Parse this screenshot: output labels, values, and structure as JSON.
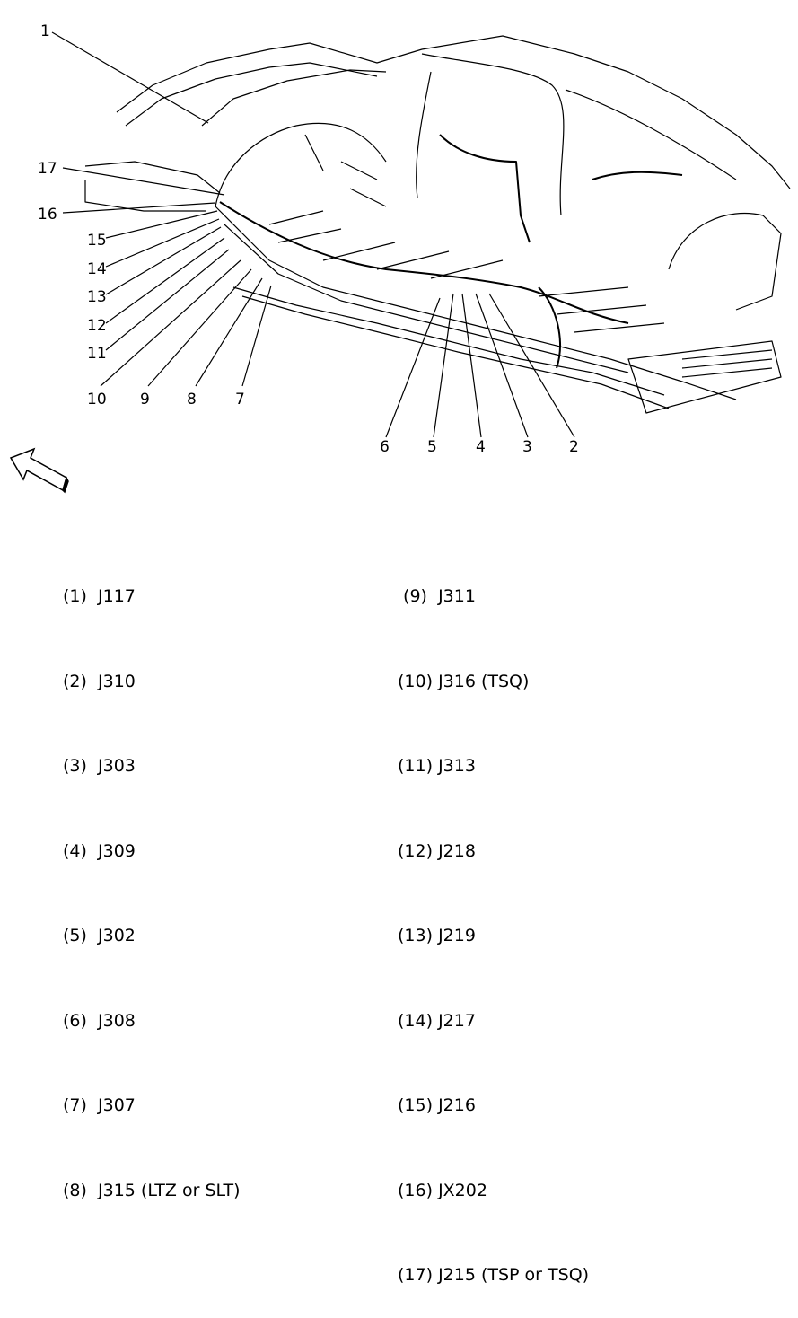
{
  "callouts": [
    "1",
    "2",
    "3",
    "4",
    "5",
    "6",
    "7",
    "8",
    "9",
    "10",
    "11",
    "12",
    "13",
    "14",
    "15",
    "16",
    "17"
  ],
  "legend_left": [
    {
      "id": "(1)",
      "text": "J117"
    },
    {
      "id": "(2)",
      "text": "J310"
    },
    {
      "id": "(3)",
      "text": "J303"
    },
    {
      "id": "(4)",
      "text": "J309"
    },
    {
      "id": "(5)",
      "text": "J302"
    },
    {
      "id": "(6)",
      "text": "J308"
    },
    {
      "id": "(7)",
      "text": "J307"
    },
    {
      "id": "(8)",
      "text": "J315 (LTZ or SLT)"
    }
  ],
  "legend_right": [
    {
      "id": "(9)",
      "text": "J311"
    },
    {
      "id": "(10)",
      "text": "J316 (TSQ)"
    },
    {
      "id": "(11)",
      "text": "J313"
    },
    {
      "id": "(12)",
      "text": "J218"
    },
    {
      "id": "(13)",
      "text": "J219"
    },
    {
      "id": "(14)",
      "text": "J217"
    },
    {
      "id": "(15)",
      "text": "J216"
    },
    {
      "id": "(16)",
      "text": "JX202"
    },
    {
      "id": "(17)",
      "text": "J215 (TSP or TSQ)"
    }
  ],
  "icons": {
    "arrow": "front-direction-arrow-icon"
  }
}
